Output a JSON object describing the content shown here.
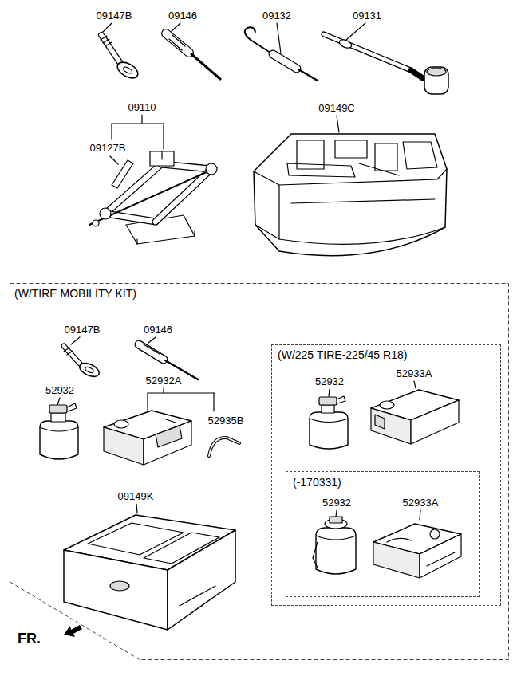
{
  "diagram": {
    "nodes": [
      {
        "text": [
          "(W/TIRE MOBILITY KIT)"
        ]
      },
      {
        "text": [
          "(W/225 TIRE-225/45 R18)"
        ],
        "in": 0
      },
      {
        "text": [
          "(-170331)"
        ],
        "in": 1
      }
    ],
    "labels": [
      "09147B",
      "09146",
      "09132",
      "09131",
      "09110",
      "09127B",
      "09149C",
      "09147B",
      "09146",
      "52932",
      "52932A",
      "52935B",
      "09149K",
      "52932",
      "52933A",
      "52932",
      "52933A",
      "FR."
    ]
  }
}
